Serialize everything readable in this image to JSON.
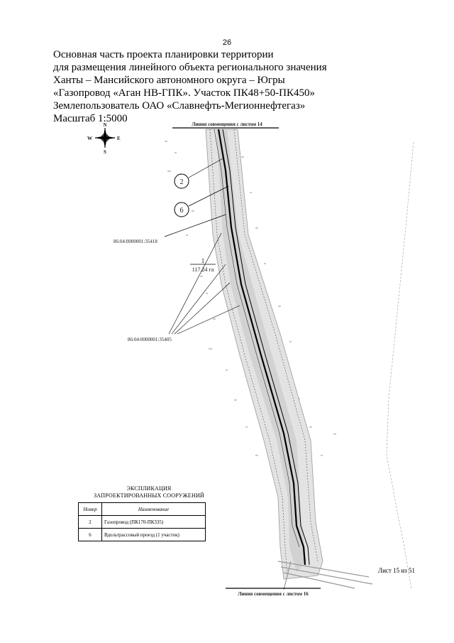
{
  "page_number": "26",
  "header_lines": [
    "Основная часть проекта планировки территории",
    "для размещения линейного объекта регионального значения",
    "Ханты – Мансийского автономного округа – Югры",
    "«Газопровод «Аган НВ-ГПК». Участок ПК48+50-ПК450»",
    "Землепользователь ОАО «Славнефть-Мегионнефтегаз»",
    "Масштаб 1:5000"
  ],
  "compass": {
    "n": "N",
    "s": "S",
    "w": "W",
    "e": "E"
  },
  "match_line_top": "Линия совмещения с листом 14",
  "match_line_bottom": "Линия совмещения с листом 16",
  "callouts": {
    "gas_pipeline": "2",
    "driveway": "6"
  },
  "parcels": {
    "upper": "86:04:0000001:35418",
    "lower": "86:04:0000001:35405"
  },
  "zone": {
    "number": "1",
    "area": "117.24 га"
  },
  "legend": {
    "title_line1": "ЭКСПЛИКАЦИЯ",
    "title_line2": "ЗАПРОЕКТИРОВАННЫХ СООРУЖЕНИЙ",
    "headers": [
      "Номер",
      "Наименование"
    ],
    "rows": [
      {
        "number": "2",
        "name": "Газопровод (ПК170-ПК335)"
      },
      {
        "number": "6",
        "name": "Вдольтрассовый проезд (1 участок)"
      }
    ]
  },
  "sheet_label": "Лист 15 из 51",
  "colors": {
    "ink": "#000000",
    "corridor": "#b8b8b8",
    "paper": "#ffffff"
  }
}
